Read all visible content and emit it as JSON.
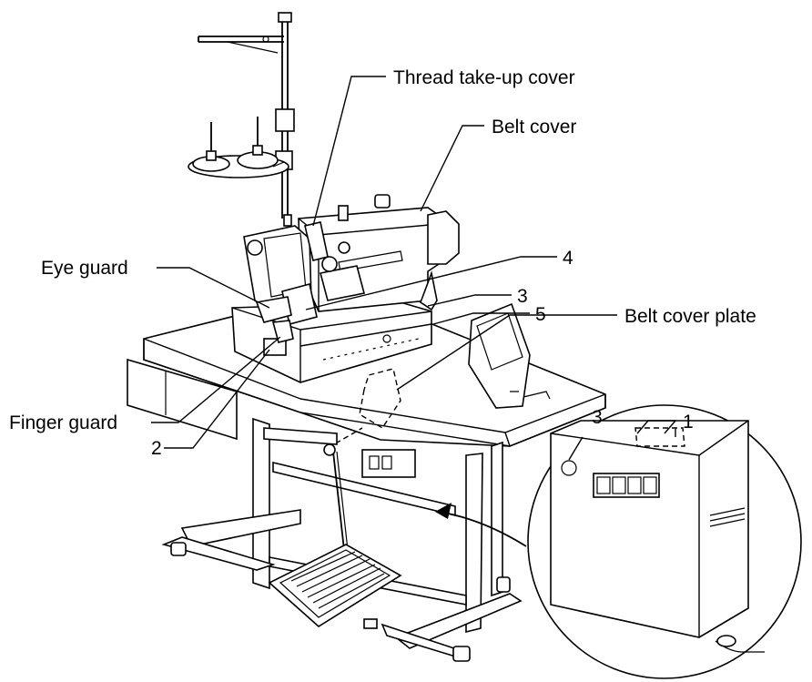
{
  "labels": {
    "thread_takeup_cover": "Thread take-up cover",
    "belt_cover": "Belt cover",
    "eye_guard": "Eye guard",
    "finger_guard": "Finger guard",
    "belt_cover_plate": "Belt cover plate",
    "n1": "1",
    "n2": "2",
    "n3": "3",
    "n3b": "3",
    "n4": "4",
    "n5": "5"
  }
}
